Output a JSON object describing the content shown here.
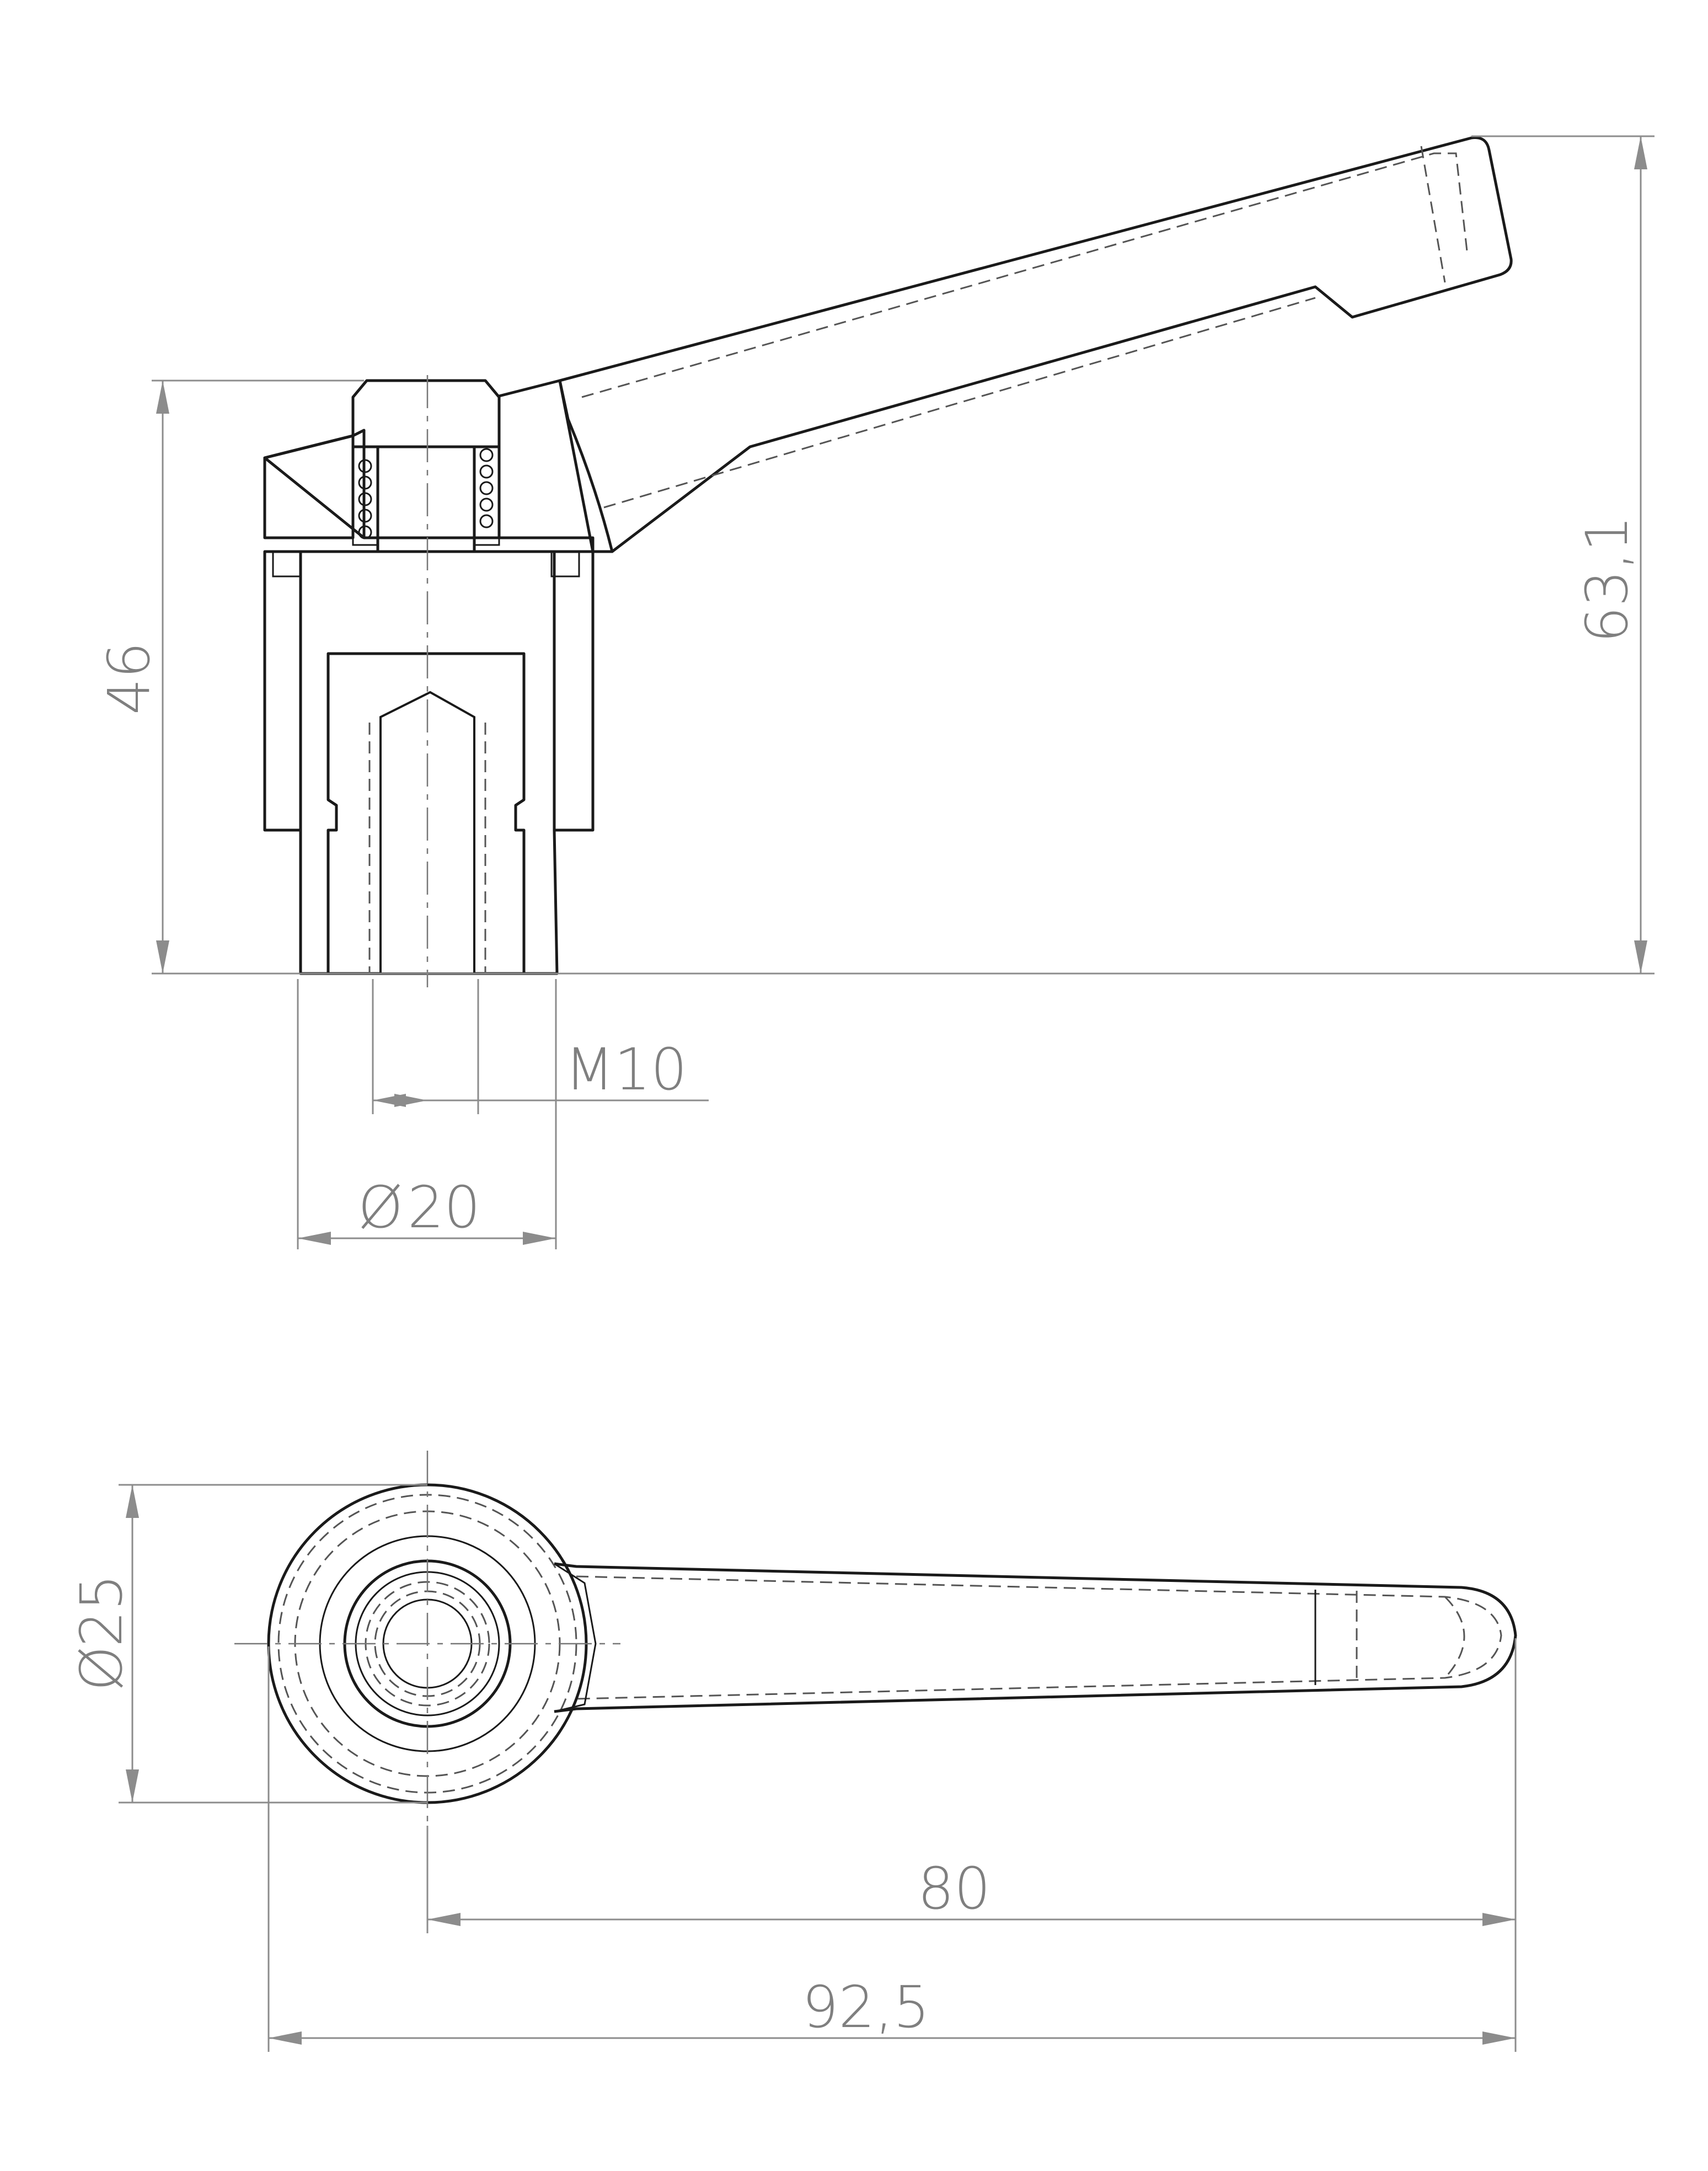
{
  "drawing": {
    "type": "technical-drawing",
    "subject": "adjustable clamping lever with female thread",
    "line_color": "#1a1a1a",
    "dimension_color": "#8c8c8c",
    "dimension_text_color": "#7f7f7f"
  },
  "dimensions": {
    "height_base": "46",
    "height_total": "63,1",
    "thread": "M10",
    "hub_diameter": "20",
    "head_diameter": "25",
    "lever_length": "80",
    "overall_length": "92,5",
    "diameter_symbol": "Ø"
  }
}
